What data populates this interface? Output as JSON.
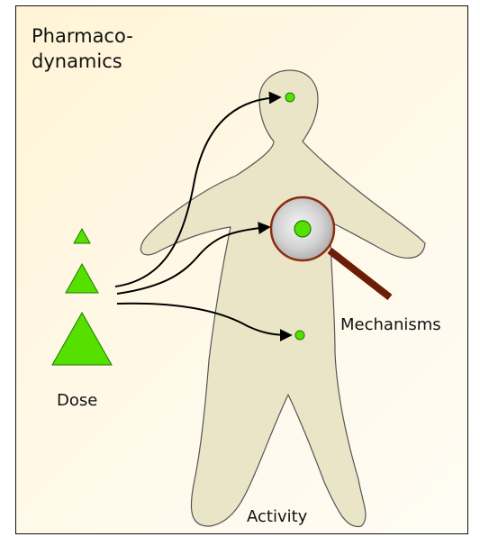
{
  "title": {
    "line1": "Pharmaco-",
    "line2": "dynamics"
  },
  "labels": {
    "dose": "Dose",
    "mechanisms": "Mechanisms",
    "activity": "Activity"
  },
  "colors": {
    "body_fill": "#ebe5c8",
    "body_stroke": "#555555",
    "dose_green": "#55e000",
    "lens_rim": "#8b2d10",
    "handle": "#6a1e08",
    "arrow": "#000000"
  },
  "icons": [
    "human-body-silhouette",
    "dose-triangle",
    "magnifying-glass-icon",
    "target-site-dot"
  ]
}
